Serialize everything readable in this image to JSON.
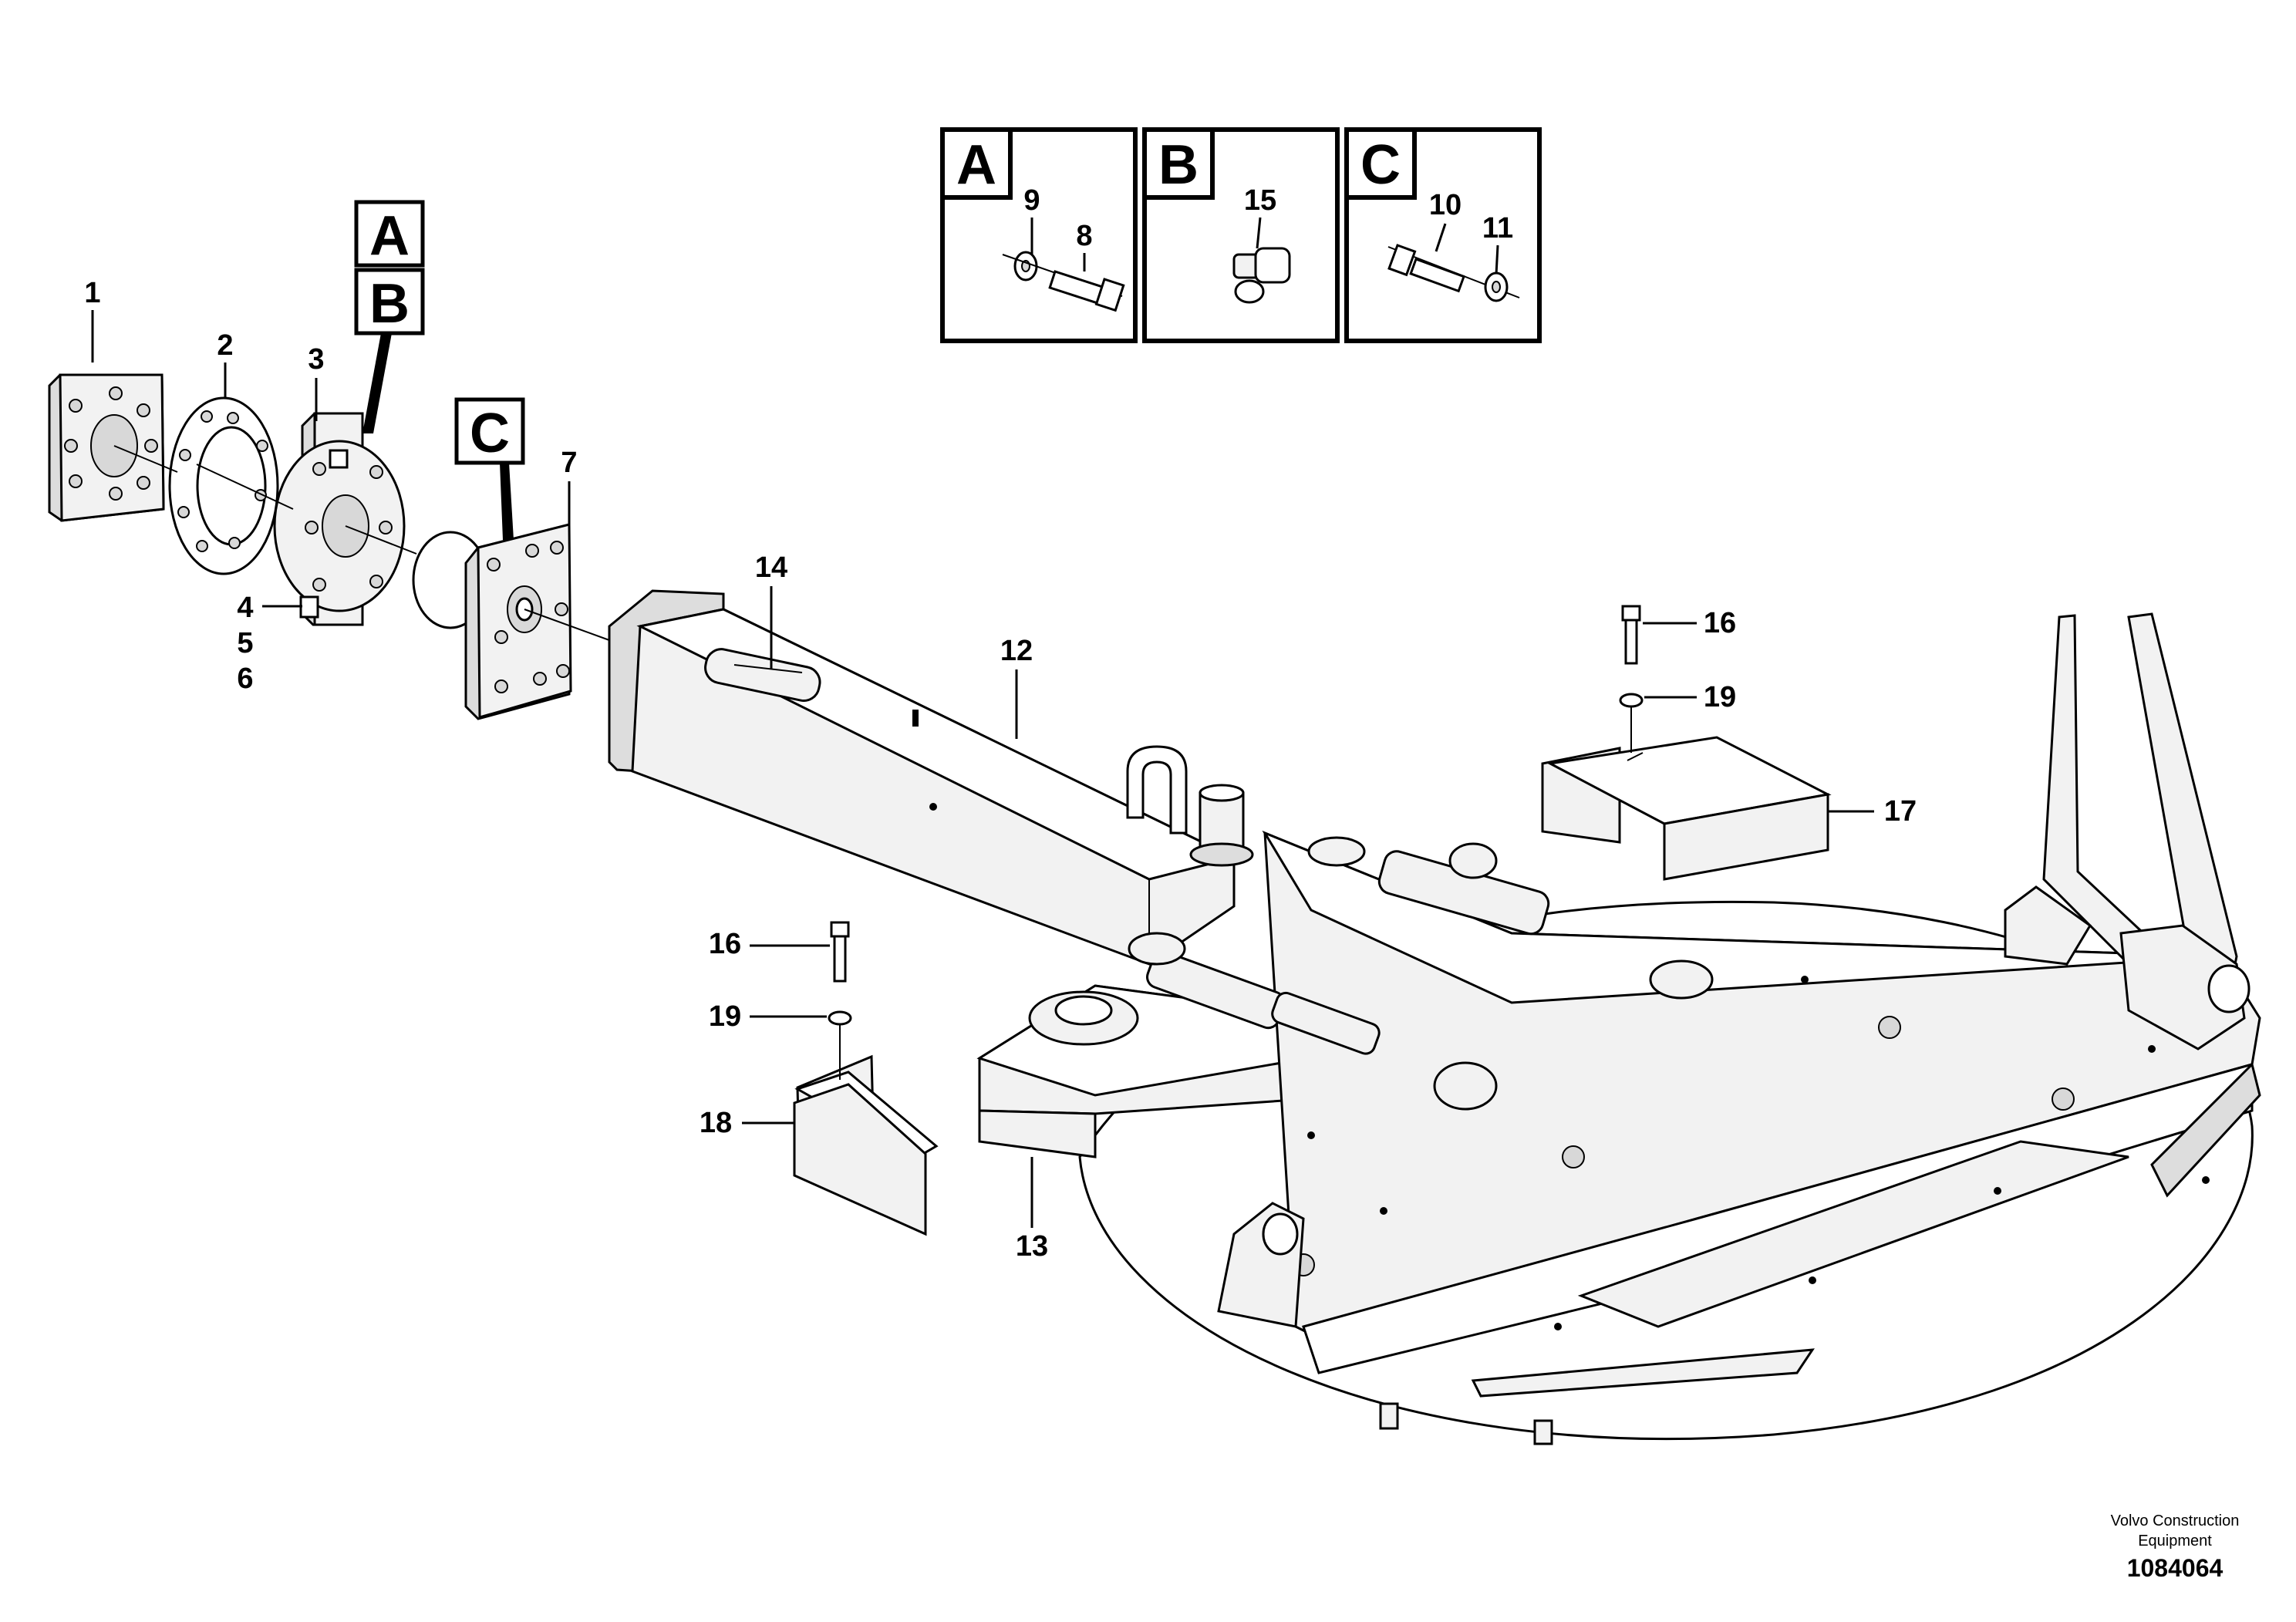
{
  "detail_boxes": [
    {
      "letter": "A",
      "callouts": [
        "9",
        "8"
      ]
    },
    {
      "letter": "B",
      "callouts": [
        "15"
      ]
    },
    {
      "letter": "C",
      "callouts": [
        "10",
        "11"
      ]
    }
  ],
  "stack_labels": [
    "A",
    "B"
  ],
  "c_label": "C",
  "callouts": {
    "n1": "1",
    "n2": "2",
    "n3": "3",
    "n4": "4",
    "n5": "5",
    "n6": "6",
    "n7": "7",
    "n12": "12",
    "n13": "13",
    "n14": "14",
    "n16a": "16",
    "n19a": "19",
    "n17": "17",
    "n16b": "16",
    "n19b": "19",
    "n18": "18"
  },
  "footer": {
    "company_line1": "Volvo Construction",
    "company_line2": "Equipment",
    "drawing_number": "1084064"
  }
}
